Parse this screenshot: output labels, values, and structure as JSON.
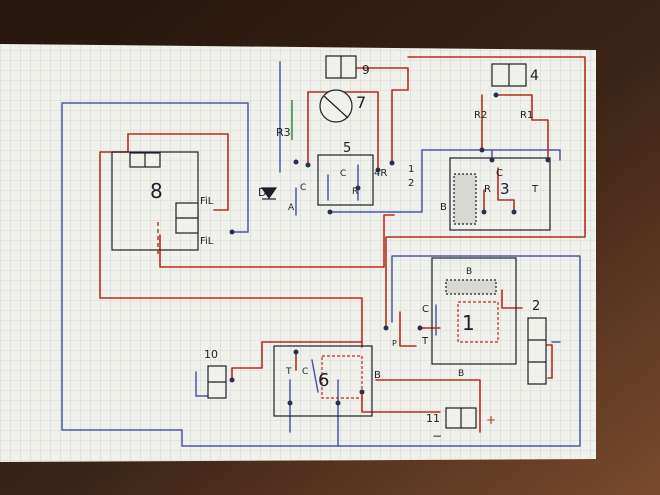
{
  "colors": {
    "table_dark": "#2b1a10",
    "table_light": "#6a4128",
    "paper": "#f1f1ec",
    "grid": "#b9c2cc",
    "red_wire": "#b5301f",
    "blue_wire": "#4b59a8",
    "green_wire": "#2f8a3a",
    "ink": "#1b1f2a",
    "shade": "#d9d9d3"
  },
  "labels": {
    "num_9_top": "9",
    "num_4": "4",
    "num_7": "7",
    "num_5": "5",
    "num_8_big": "8",
    "num_3": "3",
    "num_1": "1",
    "num_2": "2",
    "num_10": "10",
    "num_6": "6",
    "num_11": "11",
    "r3": "R3",
    "d": "D",
    "fil_top": "FiL",
    "fil_bottom": "FiL",
    "r1": "R1",
    "r2": "R2",
    "relay5_4r": "4R",
    "relay5_r": "R",
    "relay5_c": "C",
    "relay5_2": "2",
    "relay5_1": "1",
    "relay3_c": "C",
    "relay3_r": "R",
    "relay3_t": "T",
    "relay3_b": "B",
    "relay1_c": "C",
    "relay1_t": "T",
    "relay1_b_top": "B",
    "relay1_b_bottom": "B",
    "relay1_p": "P",
    "relay9_b": "B",
    "relay9_t": "T",
    "relay9_c": "C",
    "plus": "+",
    "minus": "−",
    "a_left": "A",
    "c_left": "C"
  }
}
